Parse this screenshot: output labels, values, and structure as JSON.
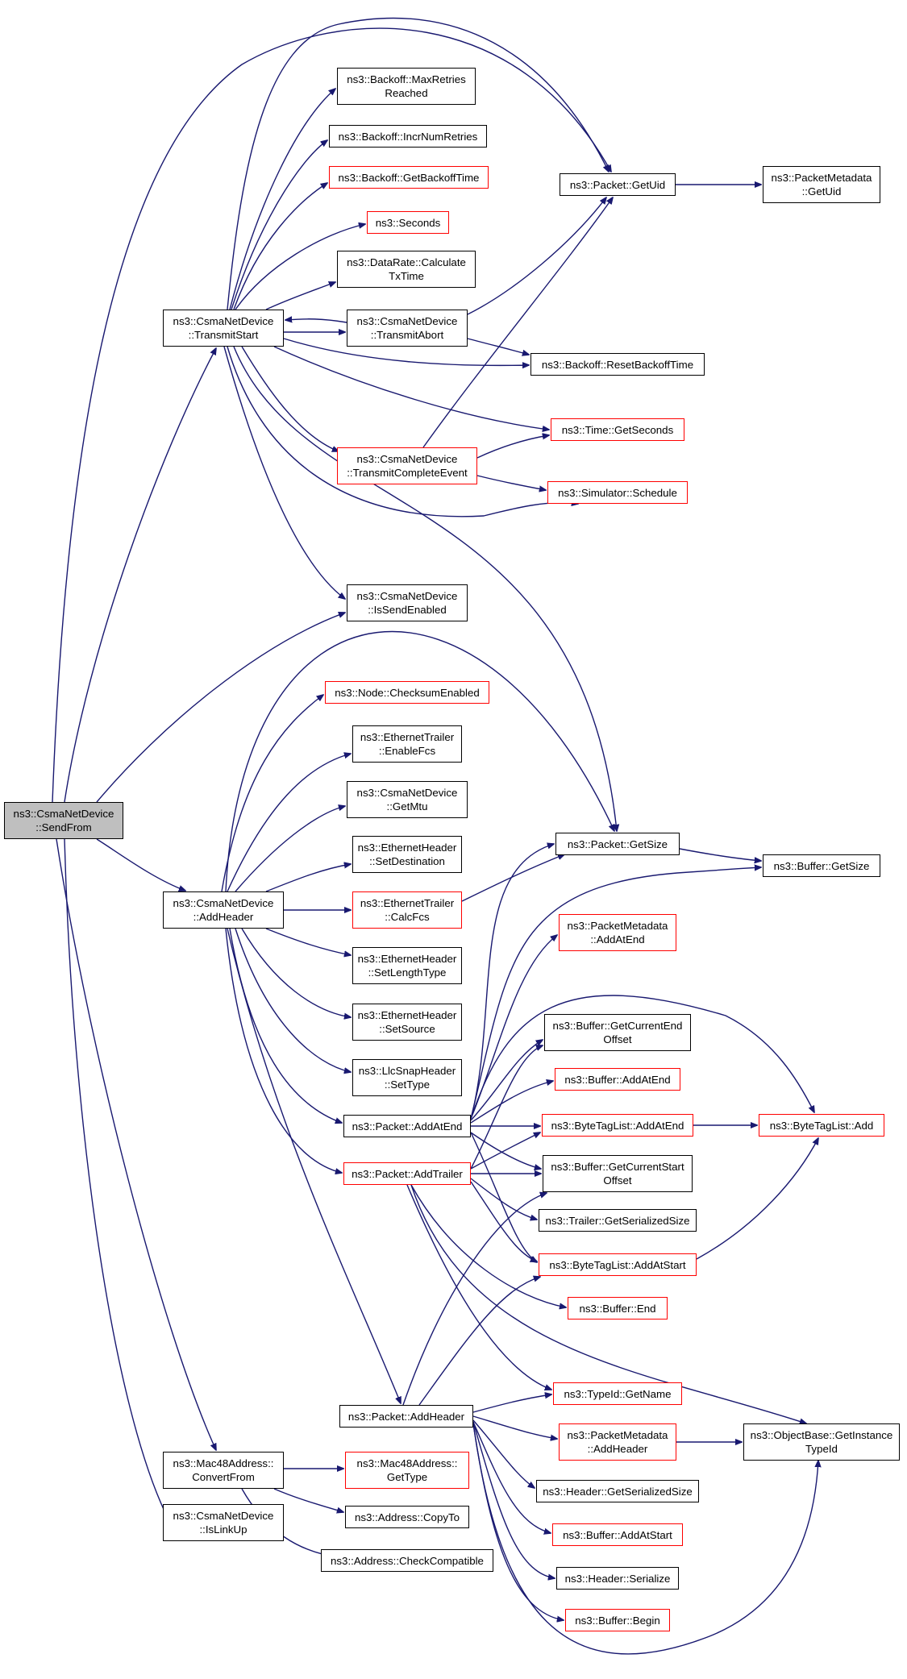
{
  "nodes": {
    "sendfrom": {
      "lines": [
        "ns3::CsmaNetDevice",
        "::SendFrom"
      ],
      "border": "#000000",
      "fill": "#bfbfbf"
    },
    "transmitstart": {
      "lines": [
        "ns3::CsmaNetDevice",
        "::TransmitStart"
      ],
      "border": "#000000"
    },
    "maxretries": {
      "lines": [
        "ns3::Backoff::MaxRetries",
        "Reached"
      ],
      "border": "#000000"
    },
    "incrnumretries": {
      "lines": [
        "ns3::Backoff::IncrNumRetries"
      ],
      "border": "#000000"
    },
    "getbackofftime": {
      "lines": [
        "ns3::Backoff::GetBackoffTime"
      ],
      "border": "#ff0000"
    },
    "seconds": {
      "lines": [
        "ns3::Seconds"
      ],
      "border": "#ff0000"
    },
    "calculatetxtime": {
      "lines": [
        "ns3::DataRate::Calculate",
        "TxTime"
      ],
      "border": "#000000"
    },
    "transmitabort": {
      "lines": [
        "ns3::CsmaNetDevice",
        "::TransmitAbort"
      ],
      "border": "#000000"
    },
    "transmitcomplete": {
      "lines": [
        "ns3::CsmaNetDevice",
        "::TransmitCompleteEvent"
      ],
      "border": "#ff0000"
    },
    "issendenabled": {
      "lines": [
        "ns3::CsmaNetDevice",
        "::IsSendEnabled"
      ],
      "border": "#000000"
    },
    "packetgetuid": {
      "lines": [
        "ns3::Packet::GetUid"
      ],
      "border": "#000000"
    },
    "metadatagetuid": {
      "lines": [
        "ns3::PacketMetadata",
        "::GetUid"
      ],
      "border": "#000000"
    },
    "resetbackofftime": {
      "lines": [
        "ns3::Backoff::ResetBackoffTime"
      ],
      "border": "#000000"
    },
    "timegetseconds": {
      "lines": [
        "ns3::Time::GetSeconds"
      ],
      "border": "#ff0000"
    },
    "simschedule": {
      "lines": [
        "ns3::Simulator::Schedule"
      ],
      "border": "#ff0000"
    },
    "addheader": {
      "lines": [
        "ns3::CsmaNetDevice",
        "::AddHeader"
      ],
      "border": "#000000"
    },
    "checksumenabled": {
      "lines": [
        "ns3::Node::ChecksumEnabled"
      ],
      "border": "#ff0000"
    },
    "enablefcs": {
      "lines": [
        "ns3::EthernetTrailer",
        "::EnableFcs"
      ],
      "border": "#000000"
    },
    "getmtu": {
      "lines": [
        "ns3::CsmaNetDevice",
        "::GetMtu"
      ],
      "border": "#000000"
    },
    "setdestination": {
      "lines": [
        "ns3::EthernetHeader",
        "::SetDestination"
      ],
      "border": "#000000"
    },
    "calcfcs": {
      "lines": [
        "ns3::EthernetTrailer",
        "::CalcFcs"
      ],
      "border": "#ff0000"
    },
    "setlengthtype": {
      "lines": [
        "ns3::EthernetHeader",
        "::SetLengthType"
      ],
      "border": "#000000"
    },
    "setsource": {
      "lines": [
        "ns3::EthernetHeader",
        "::SetSource"
      ],
      "border": "#000000"
    },
    "llcsettype": {
      "lines": [
        "ns3::LlcSnapHeader",
        "::SetType"
      ],
      "border": "#000000"
    },
    "packetaddatend": {
      "lines": [
        "ns3::Packet::AddAtEnd"
      ],
      "border": "#000000"
    },
    "packetaddtrailer": {
      "lines": [
        "ns3::Packet::AddTrailer"
      ],
      "border": "#ff0000"
    },
    "packetgetsize": {
      "lines": [
        "ns3::Packet::GetSize"
      ],
      "border": "#000000"
    },
    "buffergetsize": {
      "lines": [
        "ns3::Buffer::GetSize"
      ],
      "border": "#000000"
    },
    "metadataaddatend": {
      "lines": [
        "ns3::PacketMetadata",
        "::AddAtEnd"
      ],
      "border": "#ff0000"
    },
    "getcurrentend": {
      "lines": [
        "ns3::Buffer::GetCurrentEnd",
        "Offset"
      ],
      "border": "#000000"
    },
    "bufferaddatend": {
      "lines": [
        "ns3::Buffer::AddAtEnd"
      ],
      "border": "#ff0000"
    },
    "bytetagaddatend": {
      "lines": [
        "ns3::ByteTagList::AddAtEnd"
      ],
      "border": "#ff0000"
    },
    "bytetagadd": {
      "lines": [
        "ns3::ByteTagList::Add"
      ],
      "border": "#ff0000"
    },
    "getcurrentstart": {
      "lines": [
        "ns3::Buffer::GetCurrentStart",
        "Offset"
      ],
      "border": "#000000"
    },
    "trailergetsersize": {
      "lines": [
        "ns3::Trailer::GetSerializedSize"
      ],
      "border": "#000000"
    },
    "bytetagaddatstart": {
      "lines": [
        "ns3::ByteTagList::AddAtStart"
      ],
      "border": "#ff0000"
    },
    "bufferend": {
      "lines": [
        "ns3::Buffer::End"
      ],
      "border": "#ff0000"
    },
    "typeidgetname": {
      "lines": [
        "ns3::TypeId::GetName"
      ],
      "border": "#ff0000"
    },
    "packetaddheader": {
      "lines": [
        "ns3::Packet::AddHeader"
      ],
      "border": "#000000"
    },
    "metadataaddheader": {
      "lines": [
        "ns3::PacketMetadata",
        "::AddHeader"
      ],
      "border": "#ff0000"
    },
    "getinstancetypeid": {
      "lines": [
        "ns3::ObjectBase::GetInstance",
        "TypeId"
      ],
      "border": "#000000"
    },
    "headergetsersize": {
      "lines": [
        "ns3::Header::GetSerializedSize"
      ],
      "border": "#000000"
    },
    "bufferaddatstart": {
      "lines": [
        "ns3::Buffer::AddAtStart"
      ],
      "border": "#ff0000"
    },
    "headerserialize": {
      "lines": [
        "ns3::Header::Serialize"
      ],
      "border": "#000000"
    },
    "bufferbegin": {
      "lines": [
        "ns3::Buffer::Begin"
      ],
      "border": "#ff0000"
    },
    "convertfrom": {
      "lines": [
        "ns3::Mac48Address::",
        "ConvertFrom"
      ],
      "border": "#000000"
    },
    "mac48gettype": {
      "lines": [
        "ns3::Mac48Address::",
        "GetType"
      ],
      "border": "#ff0000"
    },
    "addresscopyto": {
      "lines": [
        "ns3::Address::CopyTo"
      ],
      "border": "#000000"
    },
    "checkcompatible": {
      "lines": [
        "ns3::Address::CheckCompatible"
      ],
      "border": "#000000"
    },
    "islinkup": {
      "lines": [
        "ns3::CsmaNetDevice",
        "::IsLinkUp"
      ],
      "border": "#000000"
    }
  },
  "edge_color": "#191970"
}
